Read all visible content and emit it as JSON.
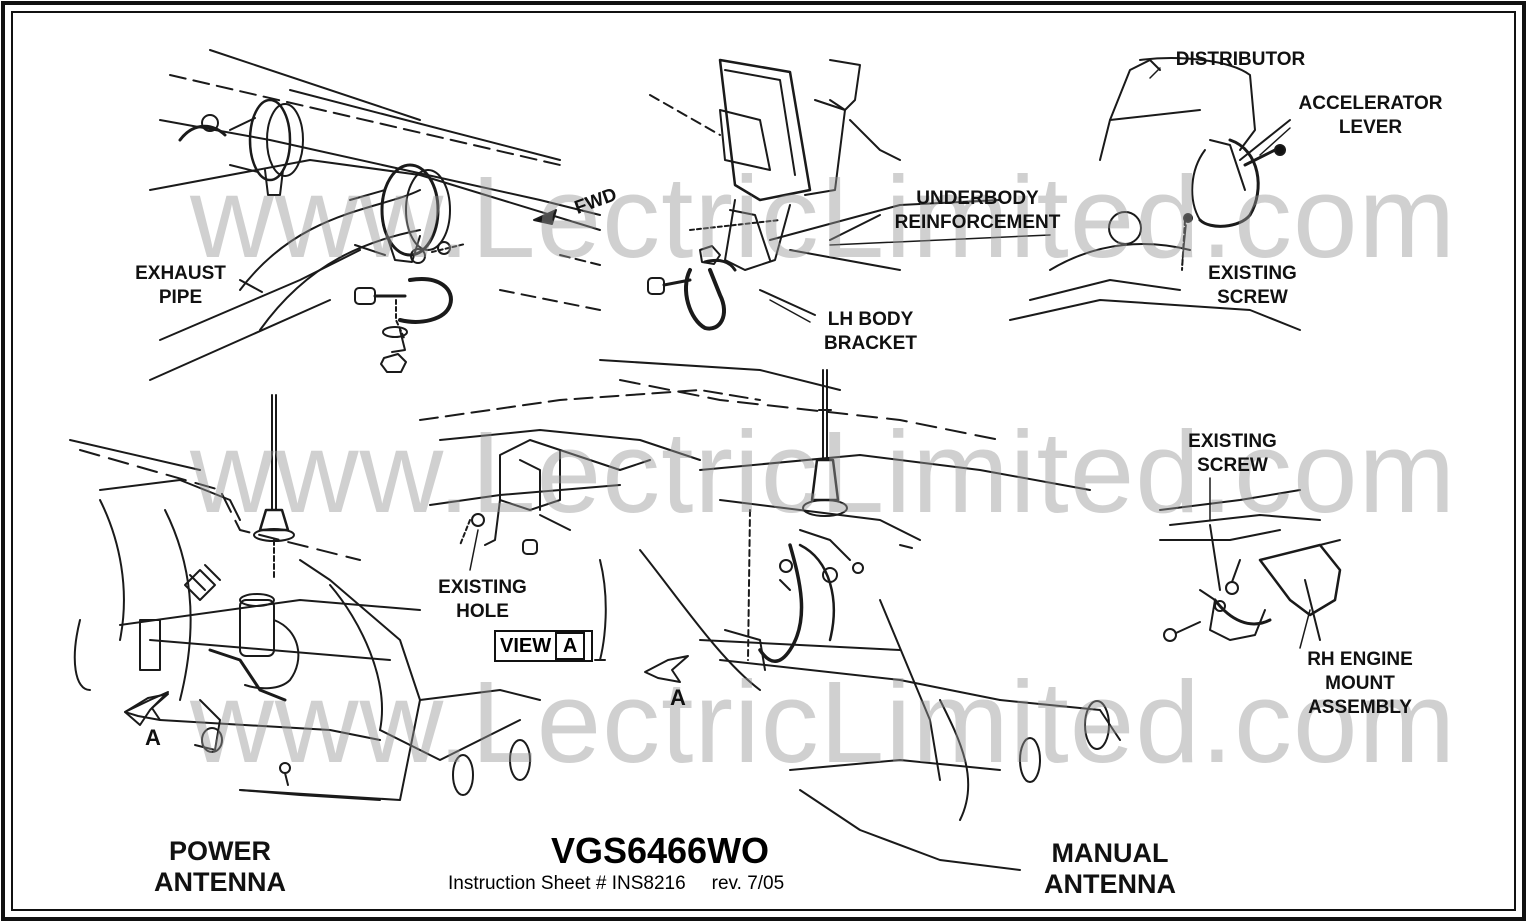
{
  "watermarks": [
    "www.LectricLimited.com",
    "www.LectricLimited.com",
    "www.LectricLimited.com"
  ],
  "labels": {
    "exhaust_pipe": "EXHAUST\nPIPE",
    "fwd": "FWD",
    "underbody_reinforcement": "UNDERBODY\nREINFORCEMENT",
    "lh_body_bracket": "LH BODY\nBRACKET",
    "distributor": "DISTRIBUTOR",
    "accelerator_lever": "ACCELERATOR\nLEVER",
    "existing_screw_top": "EXISTING\nSCREW",
    "existing_screw_right": "EXISTING\nSCREW",
    "rh_engine_mount": "RH ENGINE\nMOUNT\nASSEMBLY",
    "existing_hole": "EXISTING\nHOLE",
    "view_word": "VIEW",
    "view_letter": "A",
    "arrow_a_left": "A",
    "arrow_a_center": "A",
    "power_antenna": "POWER\nANTENNA",
    "manual_antenna": "MANUAL\nANTENNA"
  },
  "footer": {
    "part_number": "VGS6466WO",
    "instruction_sheet": "Instruction Sheet # INS8216",
    "revision": "rev. 7/05"
  }
}
